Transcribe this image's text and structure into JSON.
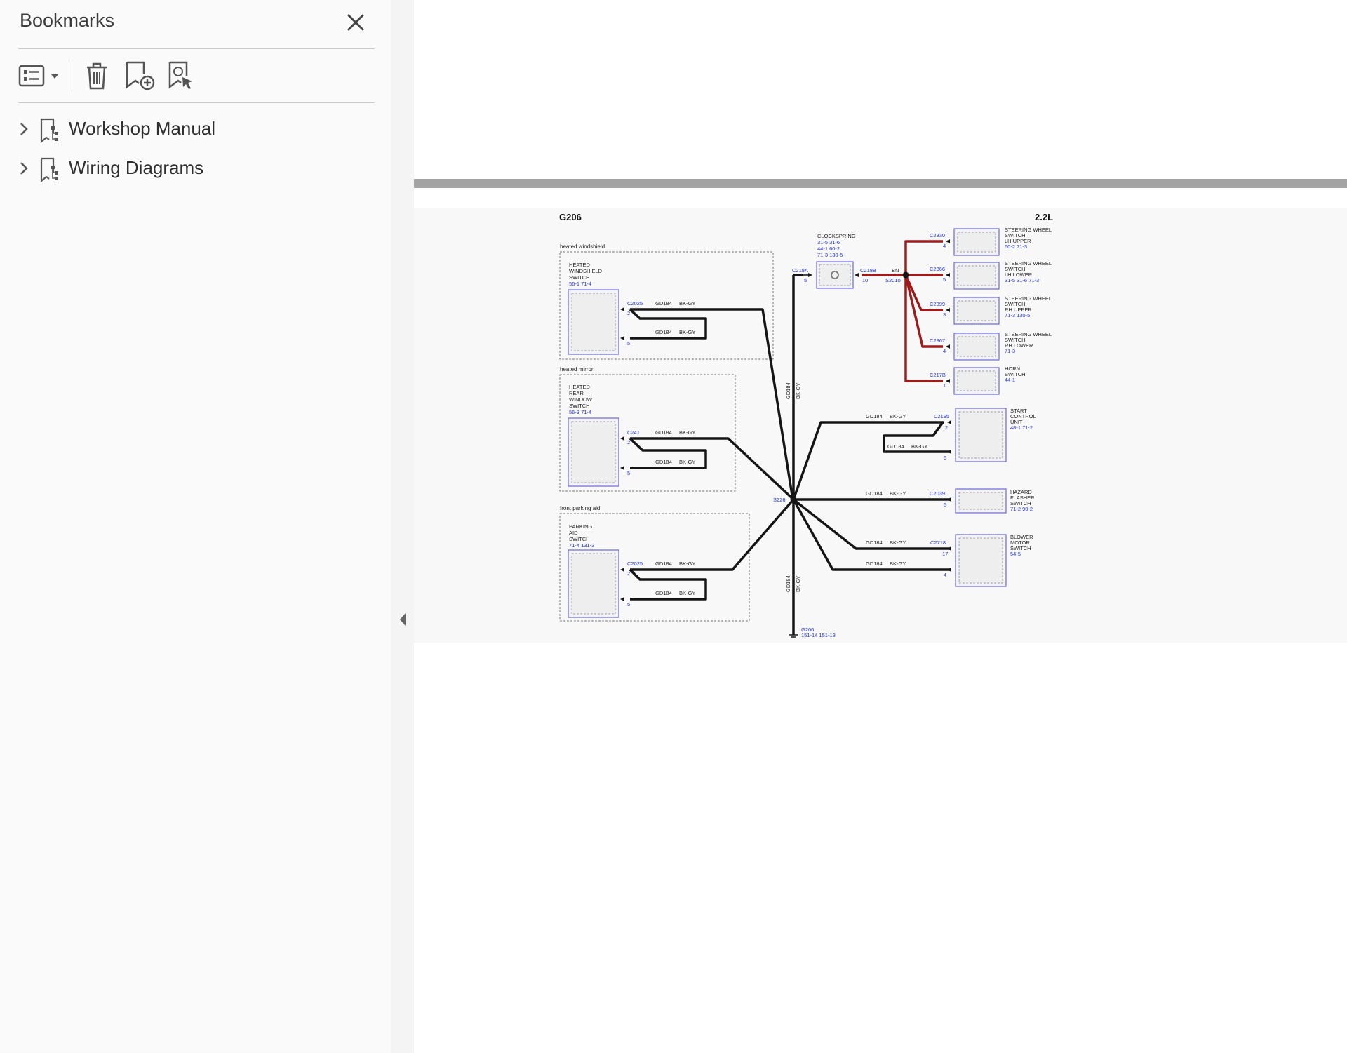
{
  "sidebar": {
    "title": "Bookmarks",
    "toolbar": {
      "options_icon": "list-options-icon",
      "delete_icon": "trash-icon",
      "add_icon": "bookmark-add-icon",
      "find_icon": "bookmark-find-icon"
    },
    "items": [
      {
        "label": "Workshop Manual"
      },
      {
        "label": "Wiring Diagrams"
      }
    ]
  },
  "diagram": {
    "ground_id": "G206",
    "engine": "2.2L",
    "splice": "S226",
    "ground_bottom": {
      "id": "G206",
      "refs": "151-14   151-18"
    },
    "wire_main": "GD184",
    "wire_color": "BK-GY",
    "groups": [
      {
        "label": "heated windshield",
        "name": [
          "HEATED",
          "WINDSHIELD",
          "SWITCH"
        ],
        "refs": "56-1   71-4",
        "connector": "C2025",
        "pins": [
          "2",
          "5"
        ]
      },
      {
        "label": "heated mirror",
        "name": [
          "HEATED",
          "REAR",
          "WINDOW",
          "SWITCH"
        ],
        "refs": "56-3   71-4",
        "connector": "C241",
        "pins": [
          "2",
          "5"
        ]
      },
      {
        "label": "front parking aid",
        "name": [
          "PARKING",
          "AID",
          "SWITCH"
        ],
        "refs": "71-4   131-3",
        "connector": "C2025",
        "pins": [
          "2",
          "5"
        ]
      }
    ],
    "clockspring": {
      "label": "CLOCKSPRING",
      "refs": [
        "31-5      31-6",
        "44-1      60-2",
        "71-3      130-5"
      ],
      "conn_a": "C218A",
      "pin_a": "5",
      "conn_b": "C218B",
      "pin_b": "10",
      "wire": "BN",
      "splice": "S2010"
    },
    "steering": [
      {
        "connector": "C2330",
        "pin": "4",
        "name": [
          "STEERING WHEEL",
          "SWITCH",
          "LH UPPER"
        ],
        "refs": "60-2   71-3"
      },
      {
        "connector": "C2366",
        "pin": "5",
        "name": [
          "STEERING WHEEL",
          "SWITCH",
          "LH LOWER"
        ],
        "refs": "31-5   31-6  71-3"
      },
      {
        "connector": "C2399",
        "pin": "3",
        "name": [
          "STEERING WHEEL",
          "SWITCH",
          "RH UPPER"
        ],
        "refs": "71-3   130-5"
      },
      {
        "connector": "C2367",
        "pin": "4",
        "name": [
          "STEERING WHEEL",
          "SWITCH",
          "RH LOWER"
        ],
        "refs": "71-3"
      },
      {
        "connector": "C217B",
        "pin": "1",
        "name": [
          "HORN",
          "SWITCH"
        ],
        "refs": "44-1"
      }
    ],
    "right_modules": [
      {
        "connector": "C2195",
        "pins": [
          "2",
          "5"
        ],
        "name": [
          "START",
          "CONTROL",
          "UNIT"
        ],
        "refs": "48-1   71-2"
      },
      {
        "connector": "C2039",
        "pins": [
          "5"
        ],
        "name": [
          "HAZARD",
          "FLASHER",
          "SWITCH"
        ],
        "refs": "71-2    90-2"
      },
      {
        "connector": "C2718",
        "pins": [
          "17",
          "4"
        ],
        "name": [
          "BLOWER",
          "MOTOR",
          "SWITCH"
        ],
        "refs": "54-5"
      }
    ]
  }
}
